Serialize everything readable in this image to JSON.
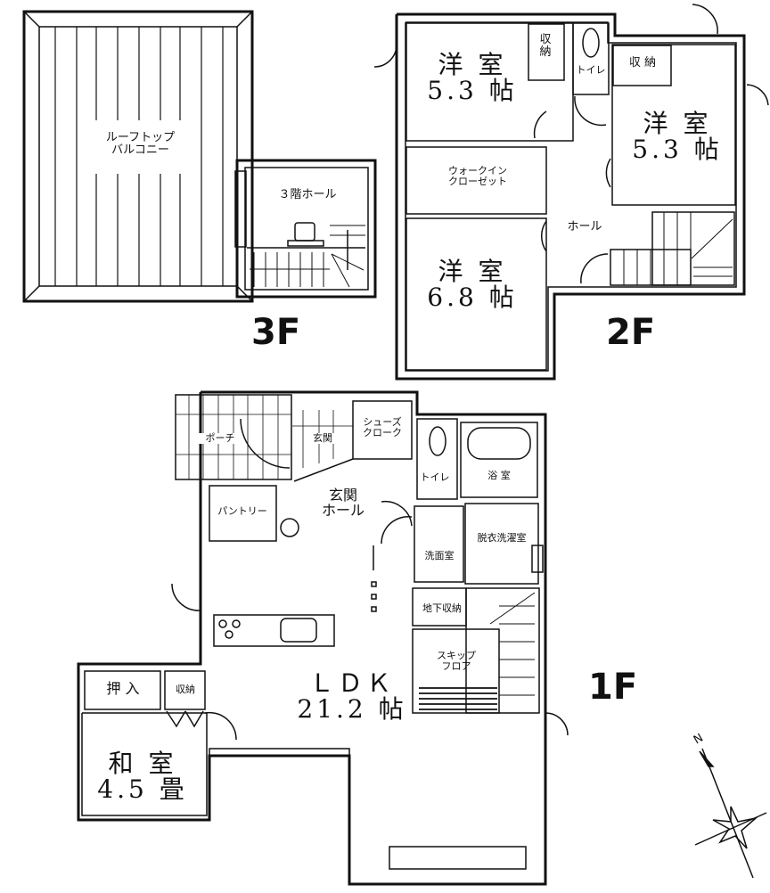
{
  "floors": {
    "f3": {
      "label": "3F",
      "rooms": {
        "rooftop_balcony": "ルーフトップ\nバルコニー",
        "hall": "３階ホール"
      }
    },
    "f2": {
      "label": "2F",
      "rooms": {
        "western_room_a": "洋 室\n5.3 帖",
        "storage_a": "収\n納",
        "toilet": "トイレ",
        "storage_b": "収 納",
        "western_room_b": "洋 室\n5.3 帖",
        "walk_in_closet": "ウォークイン\nクローゼット",
        "hall": "ホール",
        "western_room_c": "洋 室\n6.8 帖"
      }
    },
    "f1": {
      "label": "1F",
      "rooms": {
        "porch": "ポーチ",
        "entrance": "玄関",
        "shoes_cloak": "シューズ\nクローク",
        "toilet": "トイレ",
        "bathroom": "浴 室",
        "entrance_hall": "玄関\nホール",
        "pantry": "パントリー",
        "washroom": "洗面室",
        "laundry_room": "脱衣洗濯室",
        "underfloor_storage": "地下収納",
        "skip_floor": "スキップ\nフロア",
        "ldk": "ＬＤＫ\n21.2 帖",
        "closet_oshiire": "押 入",
        "storage": "収納",
        "japanese_room": "和 室\n4.5 畳"
      }
    }
  },
  "compass": {
    "north_label": "N"
  },
  "colors": {
    "wall": "#111111",
    "background": "#ffffff"
  }
}
